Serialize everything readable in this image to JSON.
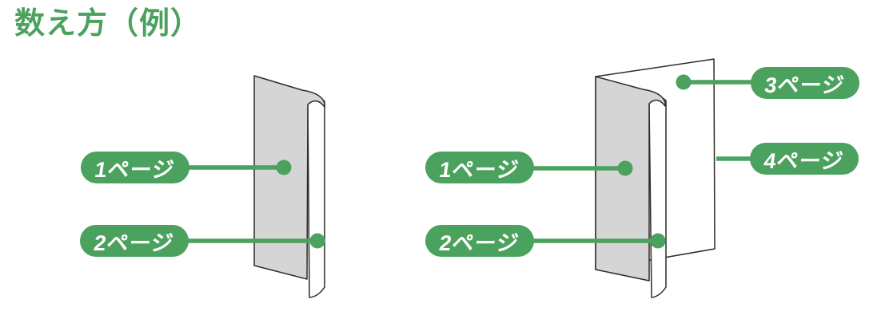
{
  "title": "数え方（例）",
  "colors": {
    "accent-green": "#4BA25E",
    "paper-gray": "#D4D5D4",
    "paper-white": "#FFFFFF",
    "paper-outline": "#2E2B28",
    "pill-text": "#FFFFFF",
    "background": "#FFFFFF"
  },
  "closed_leaflet": {
    "labels": {
      "page1": "1ページ",
      "page2": "2ページ"
    }
  },
  "open_leaflet": {
    "labels": {
      "page1": "1ページ",
      "page2": "2ページ",
      "page3": "3ページ",
      "page4": "4ページ"
    }
  }
}
